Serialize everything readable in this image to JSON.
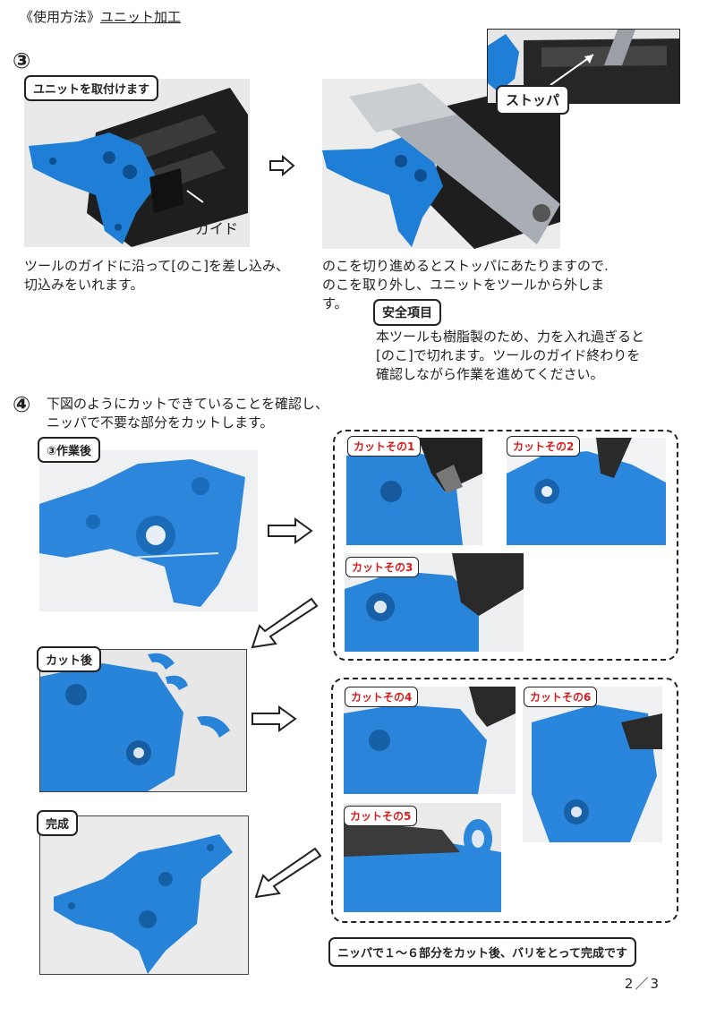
{
  "header": {
    "prefix": "《使用方法》",
    "title": "ユニット加工"
  },
  "section3": {
    "number": "③",
    "label": "ユニットを取付けます",
    "guide_label": "ガイド",
    "stopper_label": "ストッパ",
    "left_text": [
      "ツールのガイドに沿って[のこ]を差し込み、",
      "切込みをいれます。"
    ],
    "right_text": [
      "のこを切り進めるとストッパにあたりますので.",
      "のこを取り外し、ユニットをツールから外しま",
      "す。"
    ],
    "safety": {
      "label": "安全項目",
      "text": [
        "本ツールも樹脂製のため、力を入れ過ぎると",
        "[のこ]で切れます。ツールのガイド終わりを",
        "確認しながら作業を進めてください。"
      ]
    }
  },
  "section4": {
    "number": "④",
    "intro": [
      "下図のようにカットできていることを確認し、",
      "ニッパで不要な部分をカットします。"
    ],
    "after3_label": "③作業後",
    "after_cut_label": "カット後",
    "complete_label": "完成",
    "cuts": [
      "カットその1",
      "カットその2",
      "カットその3",
      "カットその4",
      "カットその6",
      "カットその5"
    ],
    "final_note": "ニッパで１～６部分をカット後、バリをとって完成です"
  },
  "page": {
    "number": "2／3"
  },
  "colors": {
    "part_blue": "#1f7fd6",
    "tool_black": "#1e1e1e",
    "cut_label_red": "#d81c1c"
  }
}
